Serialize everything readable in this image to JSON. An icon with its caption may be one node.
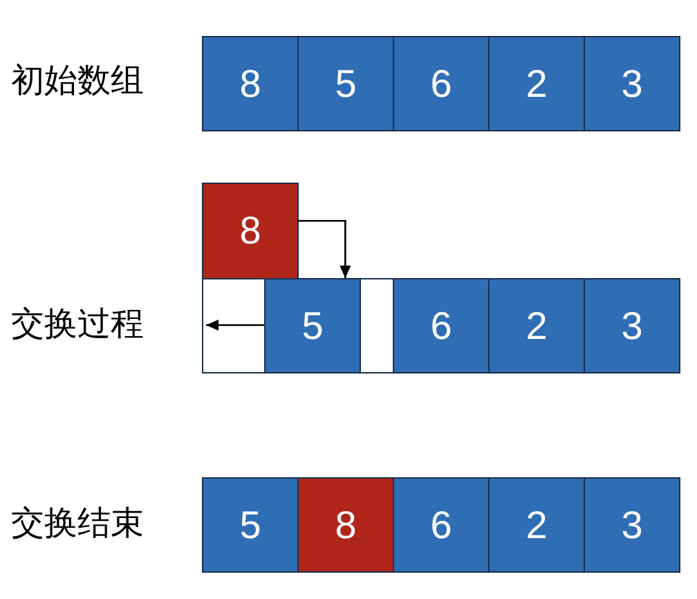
{
  "diagram": {
    "nodes": [
      {
        "text": [
          "8"
        ]
      },
      {
        "text": [
          "5"
        ]
      },
      {
        "text": [
          "6"
        ]
      },
      {
        "text": [
          "2"
        ]
      },
      {
        "text": [
          "3"
        ]
      },
      {
        "text": [
          "8"
        ]
      },
      {
        "text": [],
        "shape": "box"
      },
      {
        "text": [
          "5"
        ]
      },
      {
        "text": [],
        "shape": "box"
      },
      {
        "text": [
          "6"
        ]
      },
      {
        "text": [
          "2"
        ]
      },
      {
        "text": [
          "3"
        ]
      },
      {
        "text": [
          "5"
        ]
      },
      {
        "text": [
          "8"
        ]
      },
      {
        "text": [
          "6"
        ]
      },
      {
        "text": [
          "2"
        ]
      },
      {
        "text": [
          "3"
        ]
      }
    ],
    "edges": [
      {
        "from": 5,
        "to": 7,
        "arrow": "to"
      },
      {
        "from": 7,
        "to": 6,
        "arrow": "to"
      }
    ],
    "labels": [
      "初始数组",
      "交换过程",
      "交换结束"
    ]
  }
}
